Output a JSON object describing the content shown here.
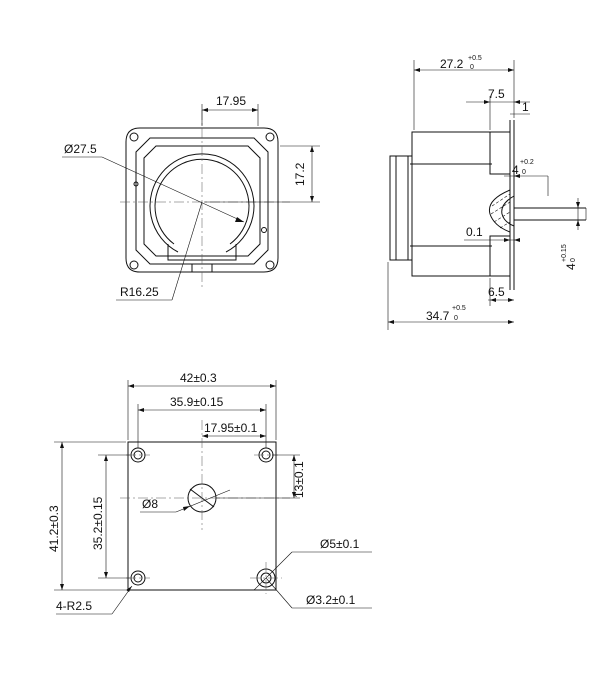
{
  "front_view": {
    "dim_17_95": "17.95",
    "dim_diameter": "Ø27.5",
    "dim_17_2": "17.2",
    "dim_radius": "R16.25"
  },
  "side_view": {
    "dim_27_2": "27.2",
    "tol_27_2_upper": "+0.5",
    "tol_27_2_lower": "0",
    "dim_7_5": "7.5",
    "dim_1": "1",
    "dim_4a": "4",
    "tol_4a_upper": "+0.2",
    "tol_4a_lower": "0",
    "dim_0_1": "0.1",
    "dim_4b": "4",
    "tol_4b_upper": "+0.15",
    "tol_4b_lower": "0",
    "dim_6_5": "6.5",
    "dim_34_7": "34.7",
    "tol_34_7_upper": "+0.5",
    "tol_34_7_lower": "0"
  },
  "bottom_view": {
    "dim_42": "42±0.3",
    "dim_35_9": "35.9±0.15",
    "dim_17_95": "17.95±0.1",
    "dim_13": "13±0.1",
    "dim_41_2": "41.2±0.3",
    "dim_35_2": "35.2±0.15",
    "dim_shaft": "Ø8",
    "dim_d5": "Ø5±0.1",
    "dim_d3_2": "Ø3.2±0.1",
    "dim_r2_5": "4-R2.5"
  }
}
